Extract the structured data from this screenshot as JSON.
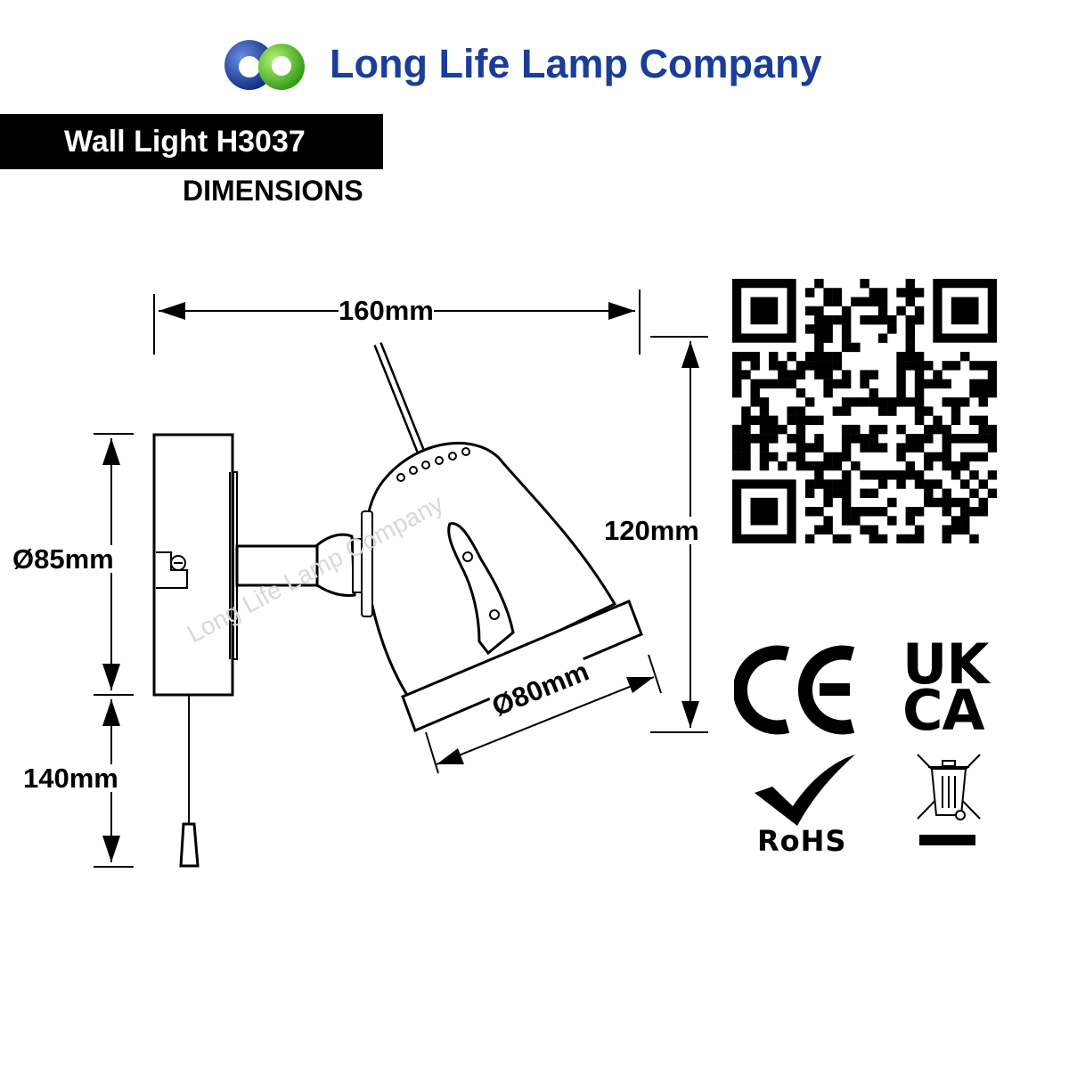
{
  "brand": {
    "name": "Long Life Lamp Company",
    "logo_icon": "two-circles-logo-icon",
    "colors": {
      "blue": "#1a3d9a",
      "green": "#55cc22"
    }
  },
  "title": "Wall Light H3037",
  "subtitle": "DIMENSIONS",
  "dimensions": {
    "width": "160mm",
    "height": "120mm",
    "backplate_diameter": "Ø85mm",
    "head_diameter": "Ø80mm",
    "cord_length": "140mm"
  },
  "watermark": "Long Life Lamp Company",
  "certifications": {
    "ce": "CE",
    "ukca_line1": "UK",
    "ukca_line2": "CA",
    "rohs": "RoHS",
    "weee_icon": "crossed-bin-icon",
    "qr_icon": "qr-code-icon"
  }
}
